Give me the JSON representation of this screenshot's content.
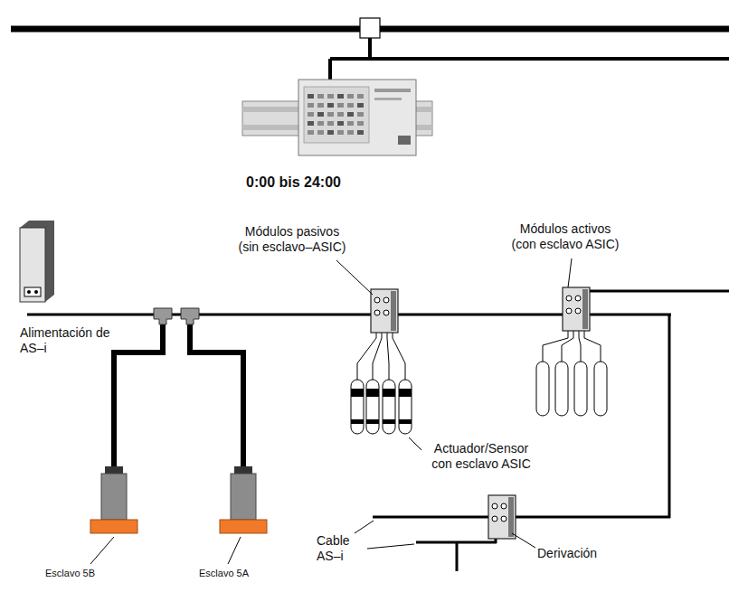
{
  "diagram": {
    "labels": [
      "0:00 bis 24:00",
      "Módulos pasivos (sin esclavo–ASIC)",
      "Módulos activos (con esclavo ASIC)",
      "Alimentación de AS–i",
      "Actuador/Sensor con esclavo ASIC",
      "Esclavo 5B",
      "Esclavo 5A",
      "Cable AS–i",
      "Derivación"
    ]
  }
}
